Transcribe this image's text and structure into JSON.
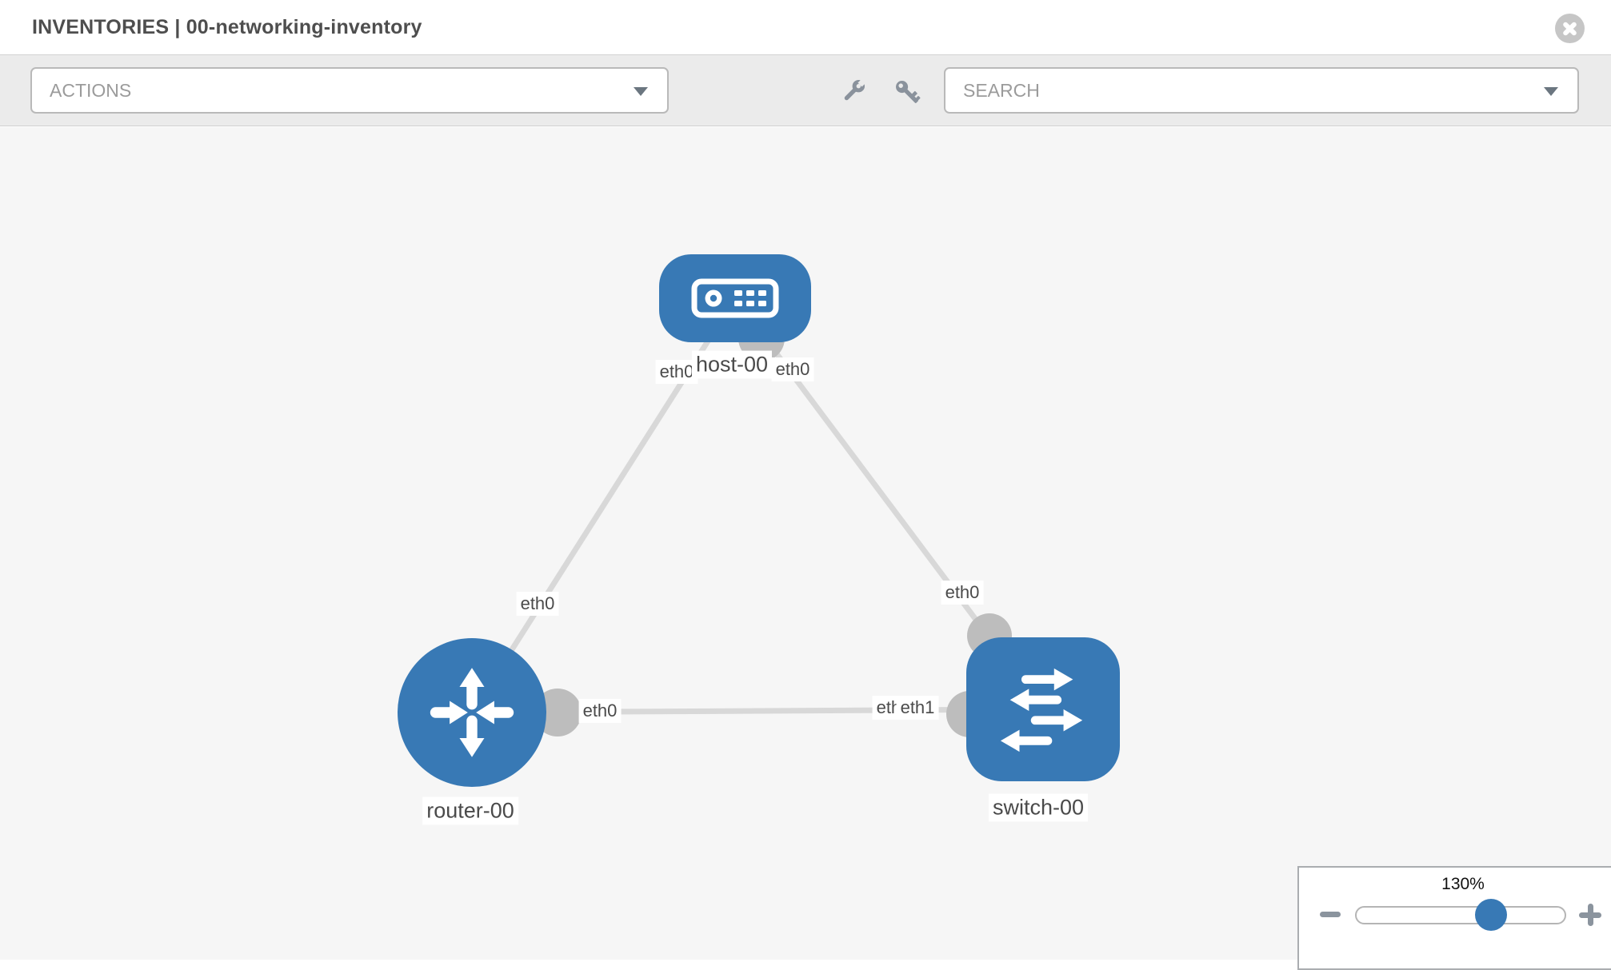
{
  "header": {
    "title": "INVENTORIES | 00-networking-inventory"
  },
  "toolbar": {
    "actions_placeholder": "ACTIONS",
    "search_placeholder": "SEARCH"
  },
  "diagram": {
    "nodes": [
      {
        "name": "host-00",
        "type": "host"
      },
      {
        "name": "router-00",
        "type": "router"
      },
      {
        "name": "switch-00",
        "type": "switch"
      }
    ],
    "links": [
      {
        "from": "router-00",
        "from_interface": "eth0",
        "to": "host-00",
        "to_interface": "eth0"
      },
      {
        "from": "host-00",
        "from_interface": "eth0",
        "to": "switch-00",
        "to_interface": "eth0"
      },
      {
        "from": "router-00",
        "from_interface": "eth0",
        "to": "switch-00",
        "to_interface": "eth1"
      }
    ],
    "labels": {
      "host": "host-00",
      "router": "router-00",
      "switch": "switch-00",
      "host_left_if": "eth0",
      "host_right_if": "eth0",
      "router_top_if": "eth0",
      "router_right_if": "eth0",
      "switch_top_if": "eth0",
      "switch_left_if_back": "eth0",
      "switch_left_if_front": "eth1"
    },
    "colors": {
      "node_fill": "#3879b5",
      "link": "#d8d8d8",
      "interface_dot": "#bdbdbd",
      "canvas_bg": "#f6f6f6",
      "label_text": "#4a4a4a"
    }
  },
  "zoom_panel": {
    "level": "130%"
  }
}
